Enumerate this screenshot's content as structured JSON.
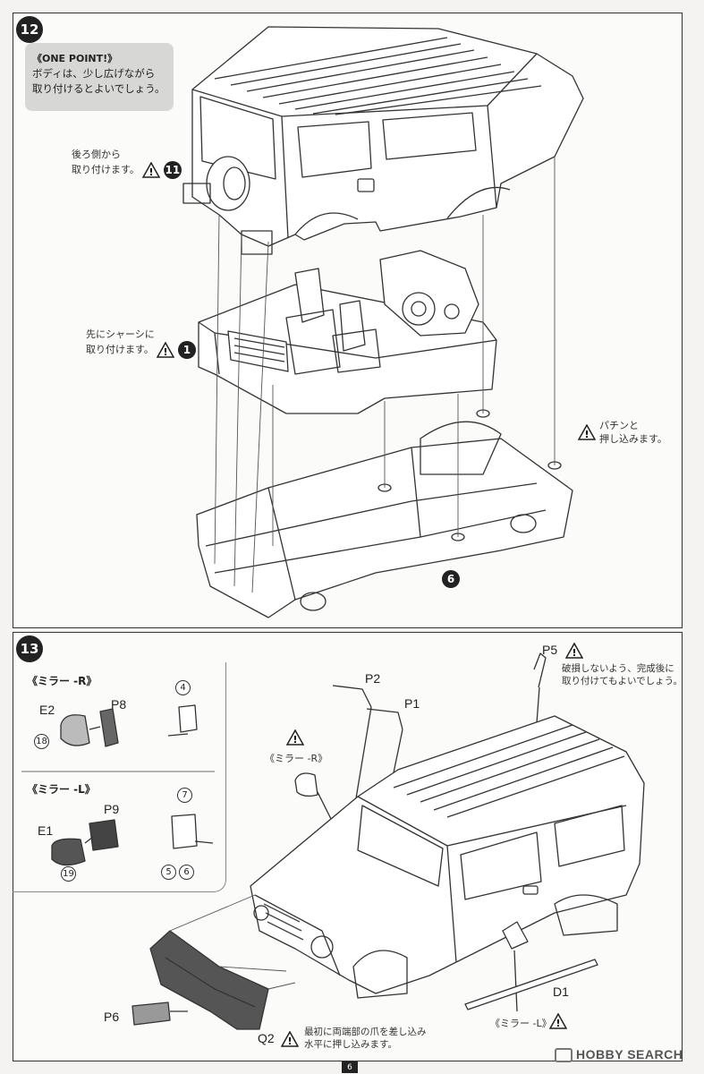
{
  "step12": {
    "number": "12",
    "one_point": {
      "heading": "《ONE POINT!》",
      "line1": "ボディは、少し広げながら",
      "line2": "取り付けるとよいでしょう。"
    },
    "note_rear": {
      "line1": "後ろ側から",
      "line2": "取り付けます。",
      "ref": "11"
    },
    "note_chassis": {
      "line1": "先にシャーシに",
      "line2": "取り付けます。",
      "ref": "1"
    },
    "note_snap": {
      "line1": "パチンと",
      "line2": "押し込みます。"
    },
    "chassis_ref": "6"
  },
  "step13": {
    "number": "13",
    "mirror_r": {
      "title": "《ミラー -R》",
      "parts": [
        "E2",
        "P8"
      ],
      "nums": [
        "18",
        "4"
      ]
    },
    "mirror_l": {
      "title": "《ミラー -L》",
      "parts": [
        "E1",
        "P9"
      ],
      "nums": [
        "19",
        "7",
        "5",
        "6"
      ]
    },
    "labels": {
      "p5": "P5",
      "p5_note_line1": "破損しないよう、完成後に",
      "p5_note_line2": "取り付けてもよいでしょう。",
      "p2": "P2",
      "p1": "P1",
      "mirror_r_ref": "《ミラー -R》",
      "d1": "D1",
      "mirror_l_ref": "《ミラー -L》",
      "p6": "P6",
      "q2": "Q2",
      "q2_note_line1": "最初に両端部の爪を差し込み",
      "q2_note_line2": "水平に押し込みます。"
    }
  },
  "footer": {
    "page": "6",
    "logo": "HOBBY SEARCH"
  },
  "colors": {
    "ink": "#222222",
    "panel_bg": "#fbfbfa",
    "onepoint_bg": "#d7d7d5"
  }
}
